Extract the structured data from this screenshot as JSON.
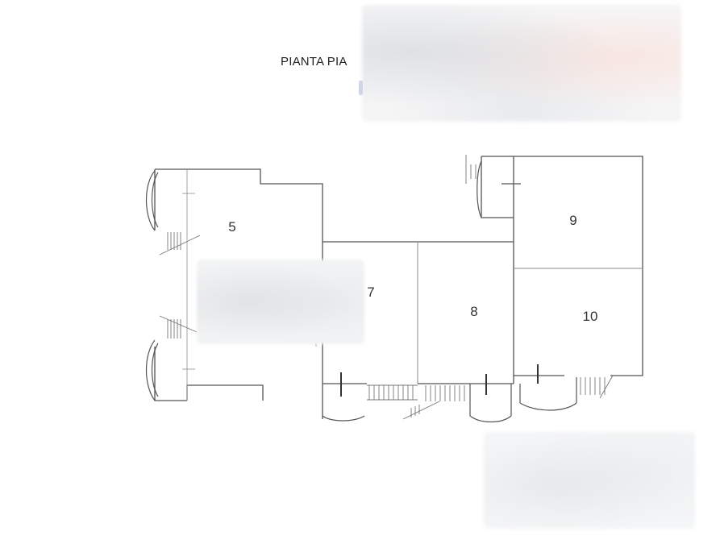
{
  "title": "PIANTA PIA",
  "rooms": [
    {
      "id": "5",
      "label": "5"
    },
    {
      "id": "7",
      "label": "7"
    },
    {
      "id": "8",
      "label": "8"
    },
    {
      "id": "9",
      "label": "9"
    },
    {
      "id": "10",
      "label": "10"
    }
  ],
  "colors": {
    "wall": "#555555",
    "thin_wall": "#8a8a8a",
    "background": "#ffffff"
  }
}
